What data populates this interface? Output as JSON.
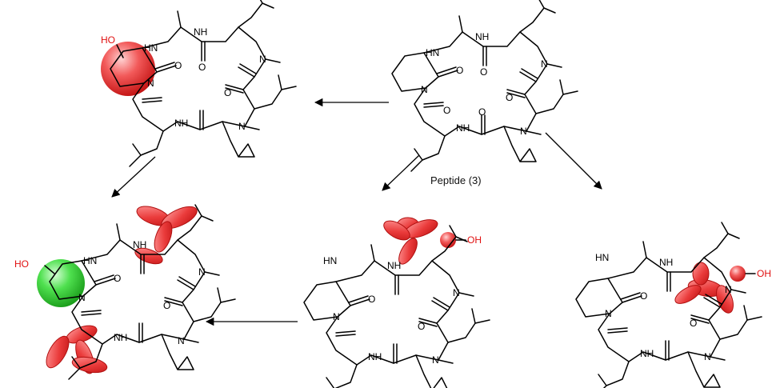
{
  "caption": "Peptide (3)",
  "labels": {
    "HN": "HN",
    "NH": "NH",
    "N": "N",
    "O": "O",
    "HO": "HO",
    "OH": "OH"
  },
  "colors": {
    "highlight_red": "#e82a2a",
    "highlight_green": "#32d33c",
    "atom_red": "#e01010",
    "ink": "#000000"
  }
}
